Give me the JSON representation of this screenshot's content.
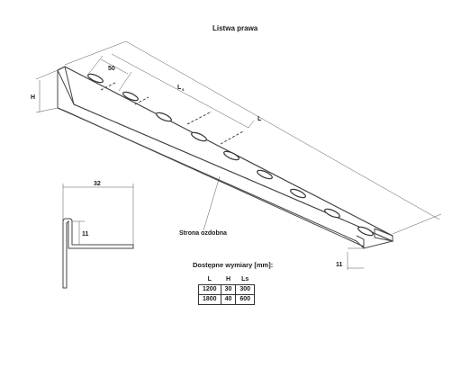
{
  "title": "Listwa prawa",
  "labels": {
    "slot_pitch": "50",
    "height": "H",
    "spacing_base": "L",
    "spacing_sub": "s",
    "length": "L",
    "profile_width": "32",
    "profile_height": "11",
    "flange": "11",
    "decor_side": "Strona ozdobna"
  },
  "table": {
    "title": "Dostępne wymiary [mm]:",
    "headers": [
      "L",
      "H",
      "Ls"
    ],
    "rows": [
      [
        "1200",
        "30",
        "300"
      ],
      [
        "1800",
        "40",
        "600"
      ]
    ]
  }
}
